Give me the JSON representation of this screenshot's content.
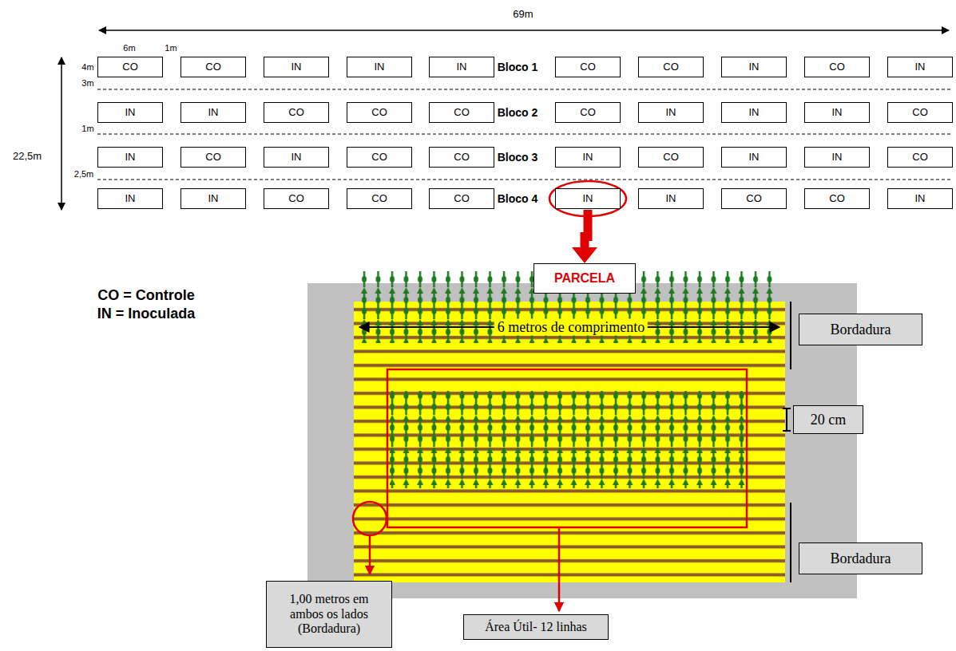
{
  "diagram": {
    "nodes": [
      {
        "text": [
          "CO"
        ]
      },
      {
        "text": [
          "CO"
        ]
      },
      {
        "text": [
          "IN"
        ]
      },
      {
        "text": [
          "IN"
        ]
      },
      {
        "text": [
          "IN"
        ]
      },
      {
        "text": [
          "CO"
        ]
      },
      {
        "text": [
          "CO"
        ]
      },
      {
        "text": [
          "IN"
        ]
      },
      {
        "text": [
          "CO"
        ]
      },
      {
        "text": [
          "IN"
        ]
      },
      {
        "text": [
          "IN"
        ]
      },
      {
        "text": [
          "IN"
        ]
      },
      {
        "text": [
          "CO"
        ]
      },
      {
        "text": [
          "CO"
        ]
      },
      {
        "text": [
          "CO"
        ]
      },
      {
        "text": [
          "CO"
        ]
      },
      {
        "text": [
          "IN"
        ]
      },
      {
        "text": [
          "IN"
        ]
      },
      {
        "text": [
          "IN"
        ]
      },
      {
        "text": [
          "CO"
        ]
      },
      {
        "text": [
          "IN"
        ]
      },
      {
        "text": [
          "CO"
        ]
      },
      {
        "text": [
          "IN"
        ]
      },
      {
        "text": [
          "CO"
        ]
      },
      {
        "text": [
          "CO"
        ]
      },
      {
        "text": [
          "IN"
        ]
      },
      {
        "text": [
          "CO"
        ]
      },
      {
        "text": [
          "IN"
        ]
      },
      {
        "text": [
          "IN"
        ]
      },
      {
        "text": [
          "CO"
        ]
      },
      {
        "text": [
          "IN"
        ]
      },
      {
        "text": [
          "IN"
        ]
      },
      {
        "text": [
          "CO"
        ]
      },
      {
        "text": [
          "CO"
        ]
      },
      {
        "text": [
          "CO"
        ]
      },
      {
        "text": [
          "IN"
        ]
      },
      {
        "text": [
          "IN"
        ]
      },
      {
        "text": [
          "CO"
        ]
      },
      {
        "text": [
          "CO"
        ]
      },
      {
        "text": [
          "IN"
        ]
      },
      {
        "text": [
          "PARCELA"
        ]
      },
      {
        "text": [
          "Bordadura"
        ]
      },
      {
        "text": [
          "20 cm"
        ]
      },
      {
        "text": [
          "Bordadura"
        ]
      },
      {
        "text": [
          "1,00 metros em ambos os lados (Bordadura)"
        ]
      },
      {
        "text": [
          "Área Útil- 12 linhas"
        ]
      }
    ],
    "edges": [
      {
        "from": 35,
        "to": 40,
        "arrow": "to"
      }
    ],
    "labels": [
      "69m",
      "6m",
      "1m",
      "4m",
      "3m",
      "22,5m",
      "1m",
      "2,5m",
      "Bloco 1",
      "Bloco 2",
      "Bloco 3",
      "Bloco 4",
      "CO = Controle",
      "IN = Inoculada",
      "6 metros de comprimento"
    ]
  }
}
